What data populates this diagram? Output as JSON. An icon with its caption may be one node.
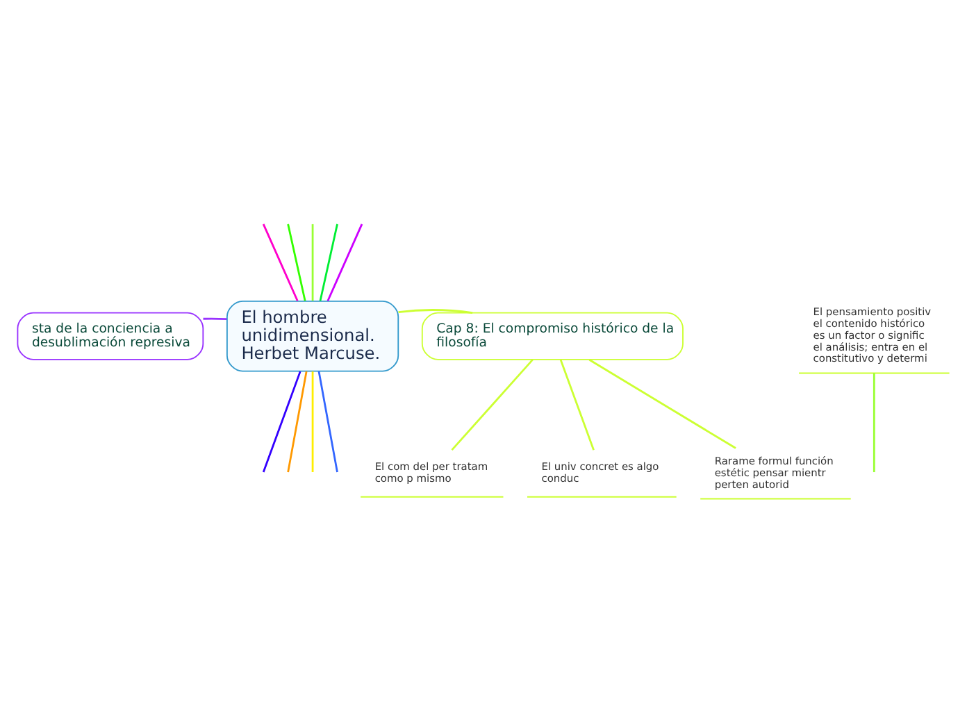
{
  "diagram": {
    "nodes": [
      {
        "text": [
          "El hombre unidimensional. Herbet Marcuse."
        ]
      },
      {
        "text": [
          "sta de la conciencia a desublimación represiva"
        ]
      },
      {
        "text": [
          "Cap 8: El compromiso histórico de la filosofía"
        ]
      },
      {
        "text": [
          "El com del per tratam como p mismo"
        ]
      },
      {
        "text": [
          "El univ concret es algo conduc"
        ]
      },
      {
        "text": [
          "Rarame formul función estétic pensar mientr perten autorid"
        ]
      },
      {
        "text": [
          "El pensamiento positiv el contenido histórico es un factor o signific el análisis; entra en el constitutivo y determi"
        ]
      }
    ],
    "edges": [
      {
        "from": 0,
        "to": null,
        "arrow": "none",
        "color": "#3300ff"
      },
      {
        "from": 0,
        "to": null,
        "arrow": "none",
        "color": "#3366ff"
      },
      {
        "from": 0,
        "to": null,
        "arrow": "none",
        "color": "#ff9900"
      },
      {
        "from": 0,
        "to": null,
        "arrow": "none",
        "color": "#ffee00"
      },
      {
        "from": 0,
        "to": 2,
        "arrow": "none",
        "color": "#ccff33"
      },
      {
        "from": 2,
        "to": 3,
        "arrow": "none",
        "color": "#ccff33"
      },
      {
        "from": 2,
        "to": 4,
        "arrow": "none",
        "color": "#ccff33"
      },
      {
        "from": 2,
        "to": 5,
        "arrow": "none",
        "color": "#ccff33"
      },
      {
        "from": 0,
        "to": 1,
        "arrow": "none",
        "color": "#9933ff"
      },
      {
        "from": 0,
        "to": null,
        "arrow": "none",
        "color": "#cc00ff"
      },
      {
        "from": 0,
        "to": null,
        "arrow": "none",
        "color": "#ff00cc"
      },
      {
        "from": 0,
        "to": null,
        "arrow": "none",
        "color": "#00ee33"
      },
      {
        "from": 0,
        "to": null,
        "arrow": "none",
        "color": "#33ff00"
      },
      {
        "from": 0,
        "to": null,
        "arrow": "none",
        "color": "#99ff33"
      },
      {
        "from": null,
        "to": 6,
        "arrow": "none",
        "color": "#99ff33"
      }
    ]
  }
}
